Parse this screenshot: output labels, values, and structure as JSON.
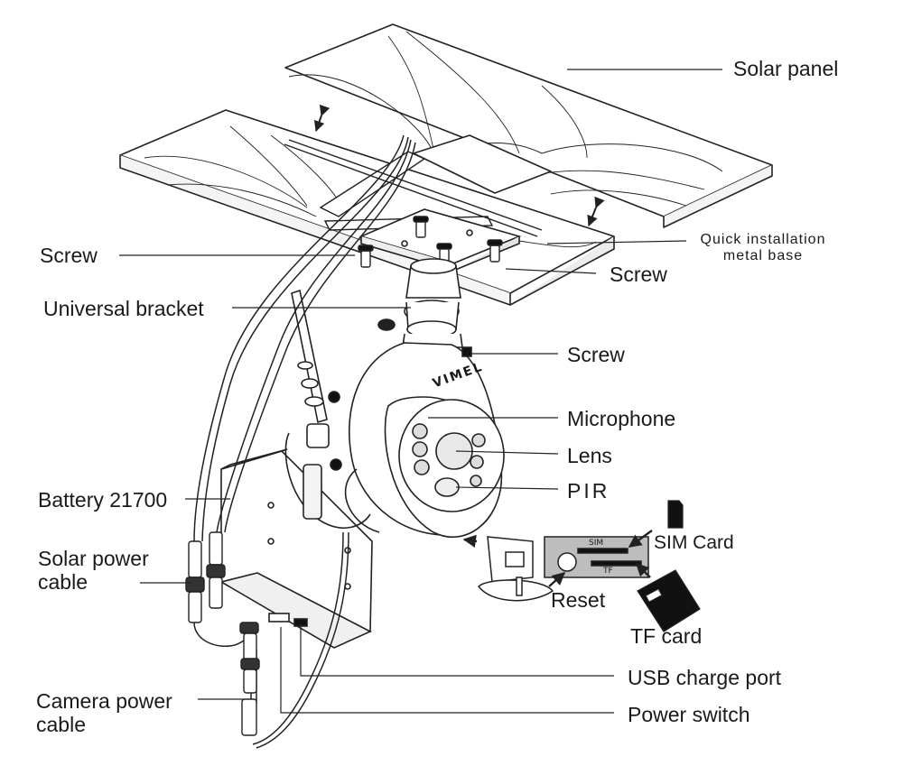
{
  "labels": {
    "solar_panel": "Solar panel",
    "quick_install_line1": "Quick installation",
    "quick_install_line2": "metal base",
    "screw_left": "Screw",
    "screw_right": "Screw",
    "screw_camera": "Screw",
    "universal_bracket": "Universal bracket",
    "microphone": "Microphone",
    "lens": "Lens",
    "pir": "PIR",
    "battery": "Battery 21700",
    "solar_cable_line1": "Solar power",
    "solar_cable_line2": "cable",
    "camera_cable_line1": "Camera power",
    "camera_cable_line2": "cable",
    "sim_card": "SIM Card",
    "reset": "Reset",
    "tf_card": "TF card",
    "usb_port": "USB charge port",
    "power_switch": "Power switch"
  },
  "markings": {
    "brand": "VIMEL",
    "slot_sim": "SIM",
    "slot_tf": "TF"
  },
  "colors": {
    "line": "#1a1a1a",
    "fill": "#ffffff",
    "card_body": "#bdbdbd",
    "dark": "#111111"
  }
}
